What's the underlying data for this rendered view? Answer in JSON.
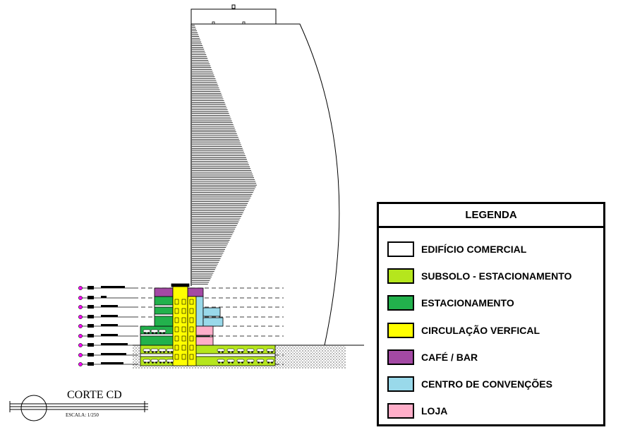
{
  "legend": {
    "title": "LEGENDA",
    "items": [
      {
        "label": "EDIFÍCIO COMERCIAL",
        "color": "#FFFFFF"
      },
      {
        "label": "SUBSOLO - ESTACIONAMENTO",
        "color": "#B5E61D"
      },
      {
        "label": "ESTACIONAMENTO",
        "color": "#22B14C"
      },
      {
        "label": "CIRCULAÇÃO VERFICAL",
        "color": "#FFFF00"
      },
      {
        "label": "CAFÉ / BAR",
        "color": "#A349A4"
      },
      {
        "label": "CENTRO DE CONVENÇÕES",
        "color": "#99D9EA"
      },
      {
        "label": "LOJA",
        "color": "#FFAEC9"
      }
    ]
  },
  "section": {
    "title": "CORTE CD",
    "scale": "ESCALA: 1/250"
  }
}
